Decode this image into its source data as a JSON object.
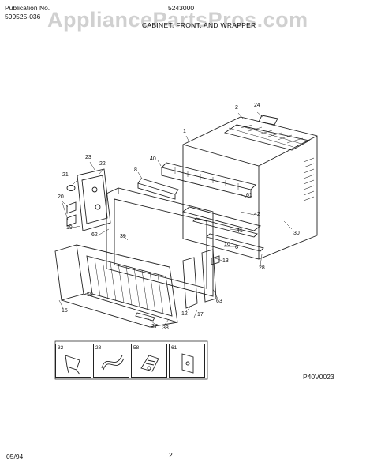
{
  "header": {
    "publication_label": "Publication No.",
    "publication_number": "599525-036",
    "model_number": "5243000",
    "section_title": "CABINET, FRONT, AND WRAPPER",
    "watermark": "AppliancePartsPros.com"
  },
  "diagram": {
    "callouts": [
      "1",
      "2",
      "24",
      "23",
      "22",
      "21",
      "40",
      "8",
      "61",
      "20",
      "42",
      "41",
      "19",
      "62",
      "39",
      "13",
      "16",
      "6",
      "30",
      "28",
      "15",
      "58",
      "63",
      "12",
      "17",
      "27",
      "38"
    ],
    "code": "P40V0023"
  },
  "insets": [
    {
      "label": "32",
      "icon": "drain-pan-bracket-icon"
    },
    {
      "label": "28",
      "icon": "spring-clip-icon"
    },
    {
      "label": "58",
      "icon": "hinge-bracket-icon"
    },
    {
      "label": "61",
      "icon": "mounting-plate-icon"
    }
  ],
  "footer": {
    "date": "05/94",
    "page": "2"
  }
}
